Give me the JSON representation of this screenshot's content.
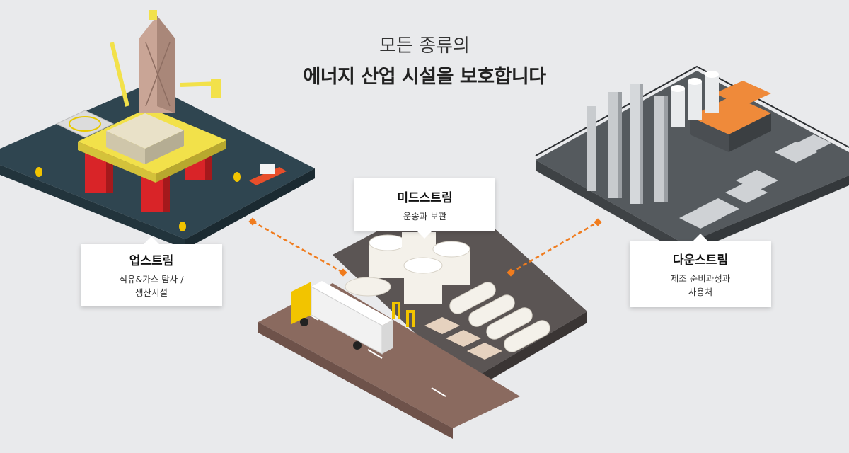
{
  "header": {
    "subtitle": "모든 종류의",
    "title": "에너지 산업 시설을 보호합니다"
  },
  "nodes": {
    "upstream": {
      "title": "업스트림",
      "desc_line1": "석유&가스 탐사 /",
      "desc_line2": "생산시설"
    },
    "midstream": {
      "title": "미드스트림",
      "desc_line1": "운송과 보관"
    },
    "downstream": {
      "title": "다운스트림",
      "desc_line1": "제조 준비과정과",
      "desc_line2": "사용처"
    }
  },
  "colors": {
    "background": "#e9eaec",
    "connector": "#f07c1e",
    "sea": "#2f4550",
    "rig_red": "#d92428",
    "rig_yellow": "#f2e14a",
    "tank_white": "#f4f1ea",
    "road": "#8a6a5f",
    "refinery_floor": "#555a5e",
    "accent_orange": "#ef8a3a"
  },
  "icons": [
    "offshore-rig-icon",
    "tanker-truck-icon",
    "storage-tank-icon",
    "refinery-icon"
  ]
}
